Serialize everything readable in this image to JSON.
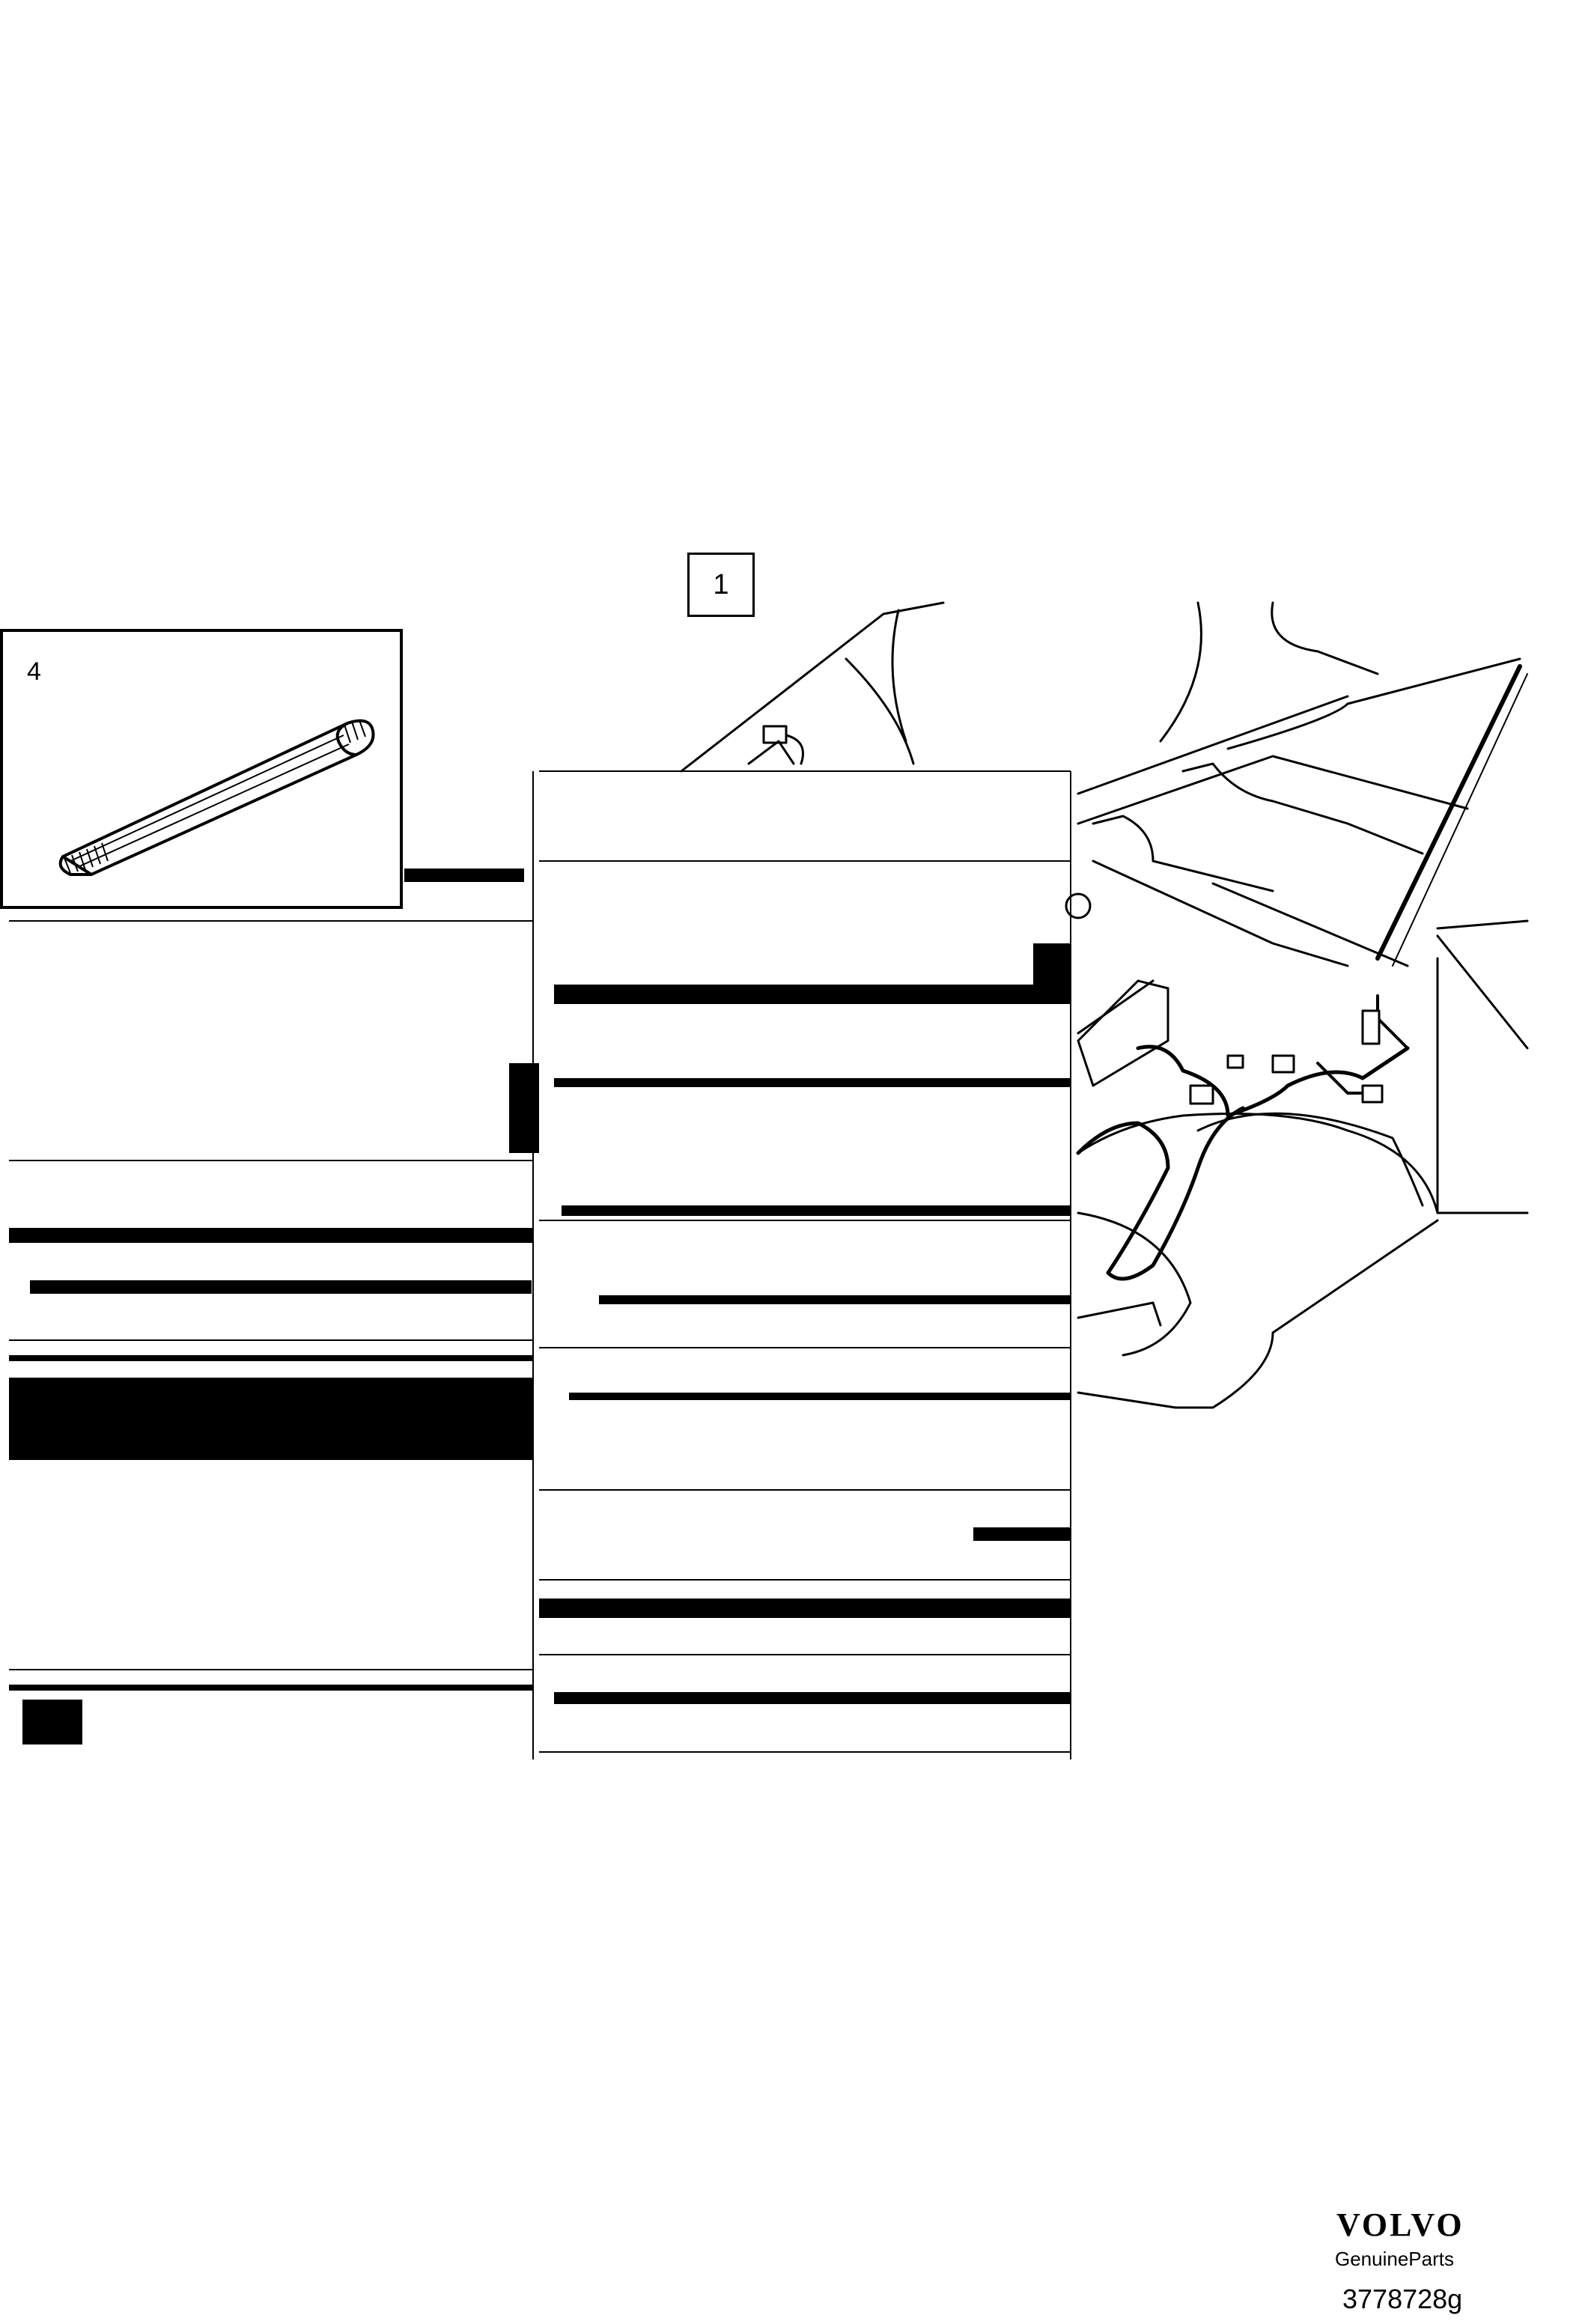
{
  "callouts": {
    "main": "1",
    "inset": "4"
  },
  "footer": {
    "brand": "VOLVO",
    "tagline": "GenuineParts",
    "diagram_number": "3778728g"
  },
  "colors": {
    "ink": "#000000",
    "paper": "#ffffff"
  }
}
